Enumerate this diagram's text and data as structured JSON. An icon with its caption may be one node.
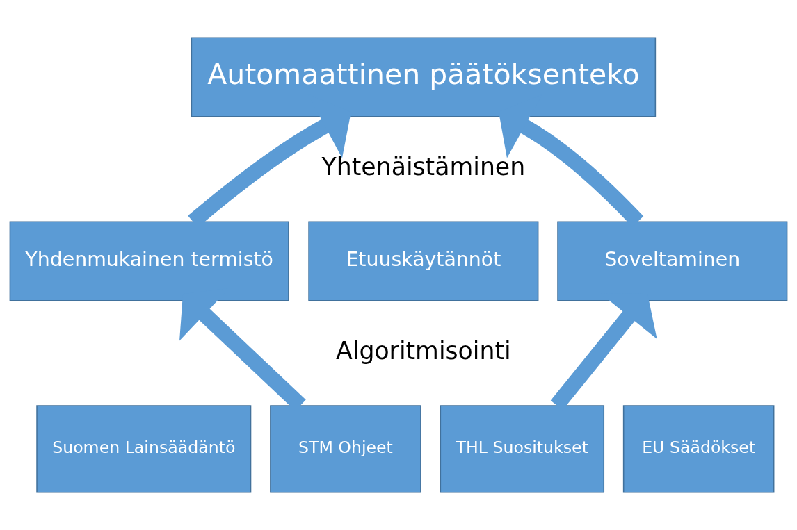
{
  "diagram": {
    "nodes": [
      {
        "text": [
          "Automaattinen päätöksenteko"
        ]
      },
      {
        "text": [
          "Yhdenmukainen termistö"
        ]
      },
      {
        "text": [
          "Etuuskäytännöt"
        ]
      },
      {
        "text": [
          "Soveltaminen"
        ]
      },
      {
        "text": [
          "Suomen Lainsäädäntö"
        ]
      },
      {
        "text": [
          "STM Ohjeet"
        ]
      },
      {
        "text": [
          "THL Suositukset"
        ]
      },
      {
        "text": [
          "EU Säädökset"
        ]
      }
    ],
    "edges": [
      {
        "from": 1,
        "to": 0,
        "arrow": "to"
      },
      {
        "from": 3,
        "to": 0,
        "arrow": "to"
      },
      {
        "from": 5,
        "to": 1,
        "arrow": "to"
      },
      {
        "from": 6,
        "to": 3,
        "arrow": "to"
      }
    ],
    "labels": [
      "Yhtenäistäminen",
      "Algoritmisointi"
    ]
  }
}
